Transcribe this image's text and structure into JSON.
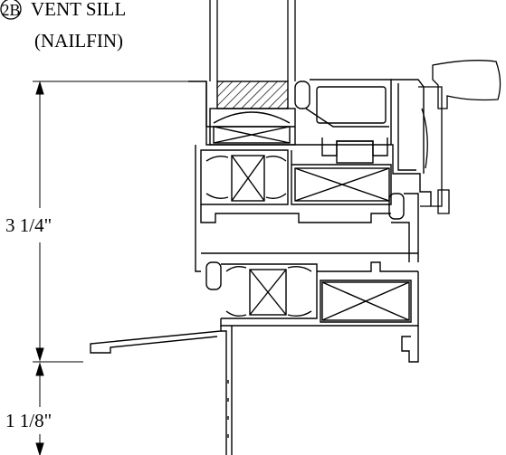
{
  "title": {
    "detail_number": "2B",
    "line1": "VENT SILL",
    "line2": "(NAILFIN)"
  },
  "dimensions": [
    {
      "label": "3 1/4\""
    },
    {
      "label": "1 1/8\""
    }
  ]
}
